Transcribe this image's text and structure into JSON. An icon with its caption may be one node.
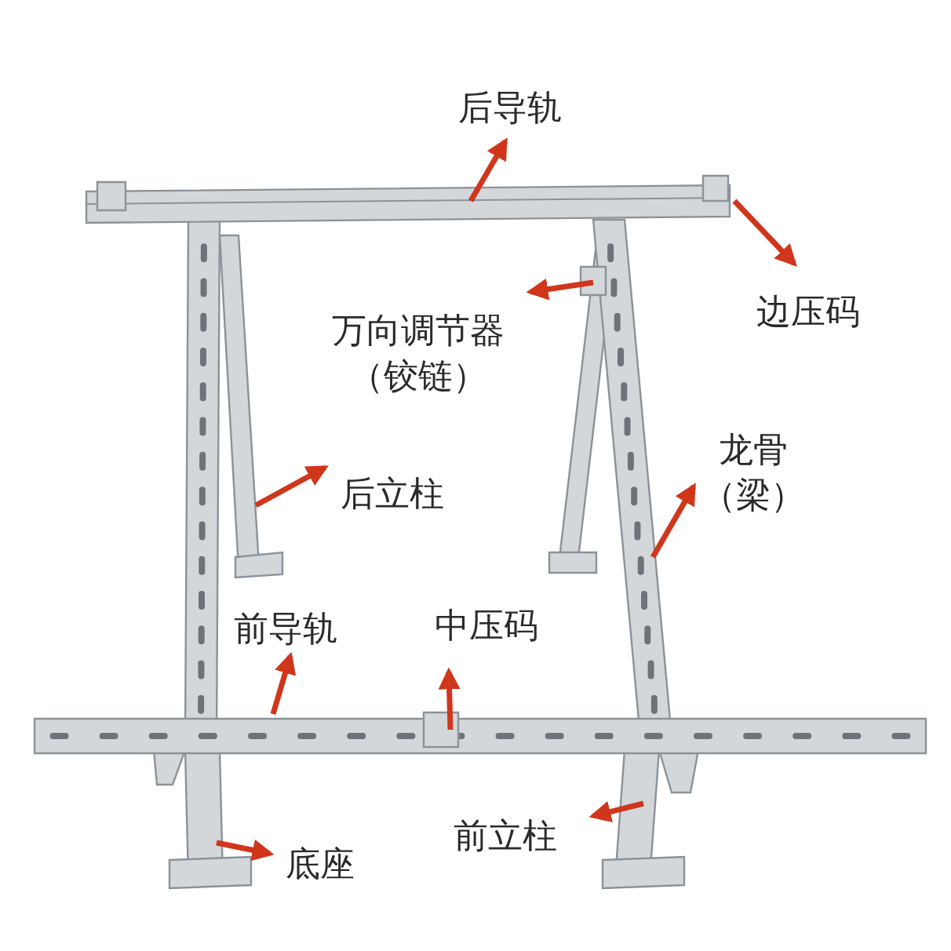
{
  "diagram": {
    "nodes": [
      {
        "text": [
          "后导轨"
        ]
      },
      {
        "text": [
          "边压码"
        ]
      },
      {
        "text": [
          "万向调节器（铰链）"
        ]
      },
      {
        "text": [
          "后立柱"
        ]
      },
      {
        "text": [
          "龙骨（梁）"
        ]
      },
      {
        "text": [
          "前导轨"
        ]
      },
      {
        "text": [
          "中压码"
        ]
      },
      {
        "text": [
          "底座"
        ]
      },
      {
        "text": [
          "前立柱"
        ]
      }
    ],
    "edges": [
      {
        "from": null,
        "to": 0,
        "arrow": "to"
      },
      {
        "from": null,
        "to": 1,
        "arrow": "to"
      },
      {
        "from": null,
        "to": 2,
        "arrow": "to"
      },
      {
        "from": null,
        "to": 3,
        "arrow": "to"
      },
      {
        "from": null,
        "to": 4,
        "arrow": "to"
      },
      {
        "from": null,
        "to": 5,
        "arrow": "to"
      },
      {
        "from": null,
        "to": 6,
        "arrow": "to"
      },
      {
        "from": null,
        "to": 7,
        "arrow": "to"
      },
      {
        "from": null,
        "to": 8,
        "arrow": "to"
      }
    ]
  }
}
